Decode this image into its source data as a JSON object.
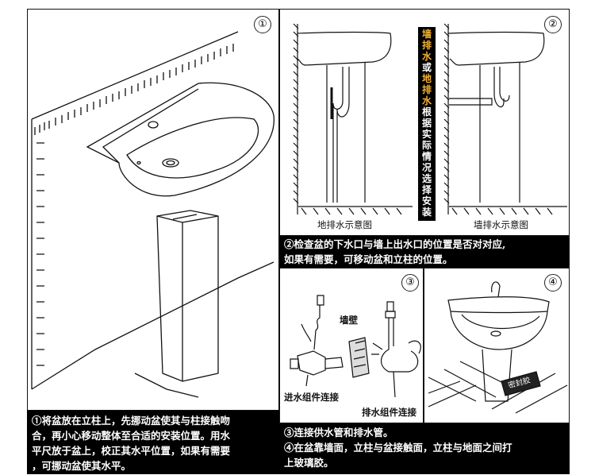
{
  "panel1": {
    "number": "①",
    "caption": [
      "①将盆放在立柱上，先挪动盆使其与柱接触吻",
      "合，再小心移动整体至合适的安装位置。用水",
      "平尺放于盆上，校正其水平位置，如果有需要",
      "，可挪动盆使其水平。"
    ]
  },
  "panel2": {
    "number": "②",
    "side_label": [
      "墙",
      "排",
      "水",
      "或",
      "地",
      "排",
      "水",
      "根",
      "据",
      "实",
      "际",
      "情",
      "况",
      "选",
      "择",
      "安",
      "装"
    ],
    "label_floor": "地排水示意图",
    "label_wall": "墙排水示意图",
    "caption": [
      "②检查盆的下水口与墙上出水口的位置是否对对应,",
      "如果有需要，可移动盆和立柱的位置。"
    ]
  },
  "panel3": {
    "number": "③",
    "label_wall": "墙壁",
    "label_inlet": "进水组件连接",
    "label_drain": "排水组件连接"
  },
  "panel4": {
    "number": "④",
    "tag": "密封胶"
  },
  "caption34": [
    "③连接供水管和排水管。",
    "④在盆靠墙面，立柱与盆接触面，立柱与地面之间打",
    "上玻璃胶。"
  ],
  "colors": {
    "caption_bg": "#000000",
    "caption_text": "#ffffff",
    "highlight": "#f2b233"
  }
}
